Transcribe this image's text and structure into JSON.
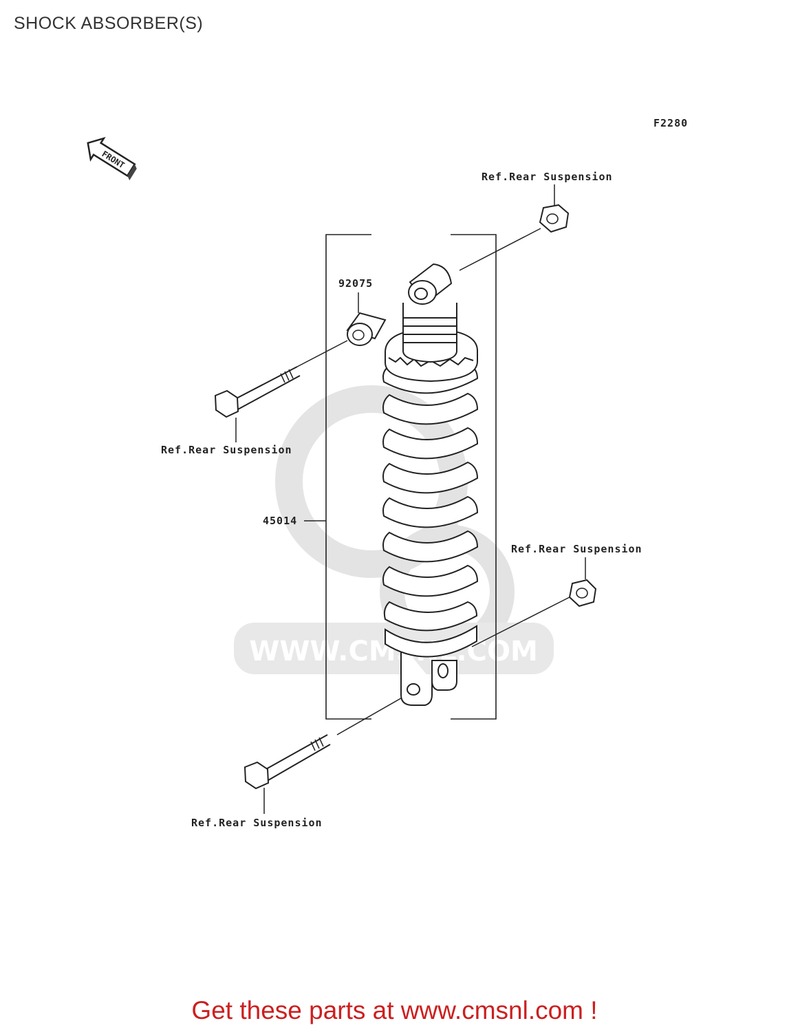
{
  "page": {
    "title": "SHOCK ABSORBER(S)"
  },
  "diagram": {
    "figure_code": "F2280",
    "front_marker": "FRONT",
    "parts": [
      {
        "number": "92075"
      },
      {
        "number": "45014"
      }
    ],
    "refs": [
      "Ref.Rear Suspension",
      "Ref.Rear Suspension",
      "Ref.Rear Suspension",
      "Ref.Rear Suspension"
    ],
    "watermark_text": "WWW.CMSNL.COM"
  },
  "footer": {
    "promo": "Get these parts at www.cmsnl.com !",
    "promo_color": "#cc1f1f"
  }
}
